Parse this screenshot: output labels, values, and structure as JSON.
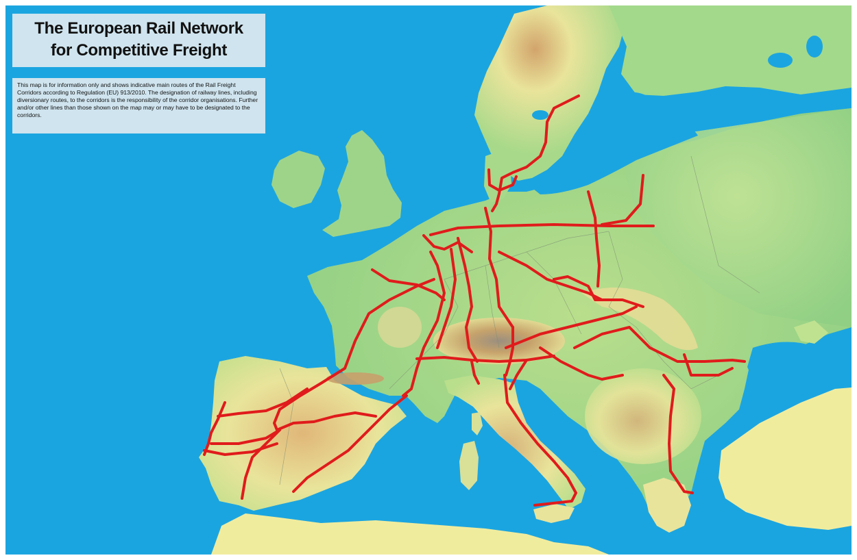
{
  "map": {
    "title_lines": [
      "The European Rail Network",
      "for Competitive Freight"
    ],
    "disclaimer": "This map is for information only and shows indicative main routes of the Rail Freight Corridors according to Regulation (EU) 913/2010. The designation of railway lines, including diversionary routes, to the corridors is the responsibility of the corridor organisations. Further and/or other lines than those shown on the map may or may have to be designated to the corridors.",
    "legend": "none",
    "colors": {
      "sea": "#1ba5e0",
      "lowland": "#8fcf84",
      "plain": "#b9de8c",
      "upland": "#e9e49b",
      "mountain": "#c8a06a",
      "peak": "#9a8b7e",
      "border": "#8a9a7a",
      "route": "#e01b1b"
    },
    "icons": [
      "rail-freight-route"
    ]
  }
}
